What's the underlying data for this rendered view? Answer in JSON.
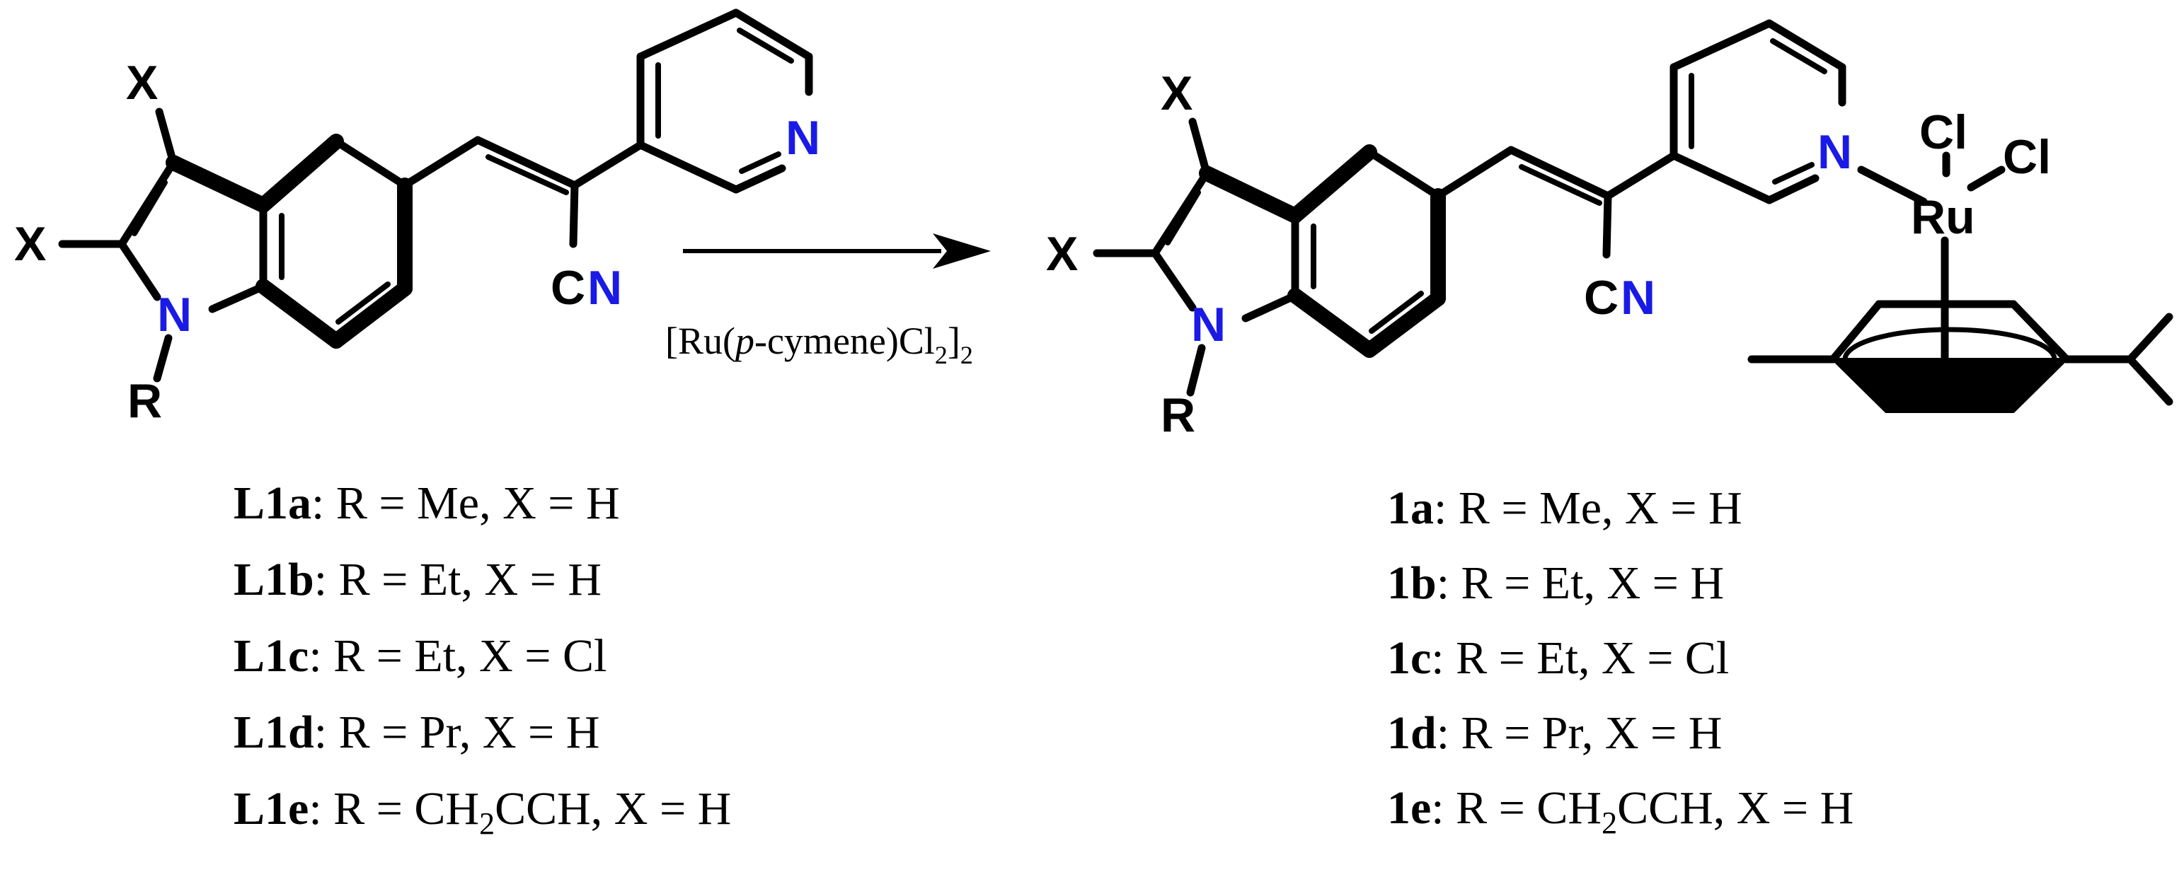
{
  "colors": {
    "bond": "#000000",
    "nitrogen": "#1a1ae6",
    "text": "#000000"
  },
  "atoms": {
    "x": "X",
    "n": "N",
    "r": "R",
    "c": "C",
    "cl": "Cl",
    "ru": "Ru"
  },
  "reagent": {
    "prefix": "[Ru(",
    "italic": "p",
    "middle": "-cymene)Cl",
    "sub1": "2",
    "close": "]",
    "sub2": "2"
  },
  "ligands": [
    {
      "label": "L1a",
      "text": ": R = Me, X = H"
    },
    {
      "label": "L1b",
      "text": ": R = Et, X = H"
    },
    {
      "label": "L1c",
      "text": ": R = Et, X = Cl"
    },
    {
      "label": "L1d",
      "text": ": R = Pr, X = H"
    },
    {
      "label": "L1e",
      "pre": ": R = CH",
      "sub": "2",
      "post": "CCH, X = H"
    }
  ],
  "complexes": [
    {
      "label": "1a",
      "text": ": R = Me, X = H"
    },
    {
      "label": "1b",
      "text": ": R = Et, X = H"
    },
    {
      "label": "1c",
      "text": ": R = Et, X = Cl"
    },
    {
      "label": "1d",
      "text": ": R = Pr, X = H"
    },
    {
      "label": "1e",
      "pre": ": R = CH",
      "sub": "2",
      "post": "CCH, X = H"
    }
  ]
}
